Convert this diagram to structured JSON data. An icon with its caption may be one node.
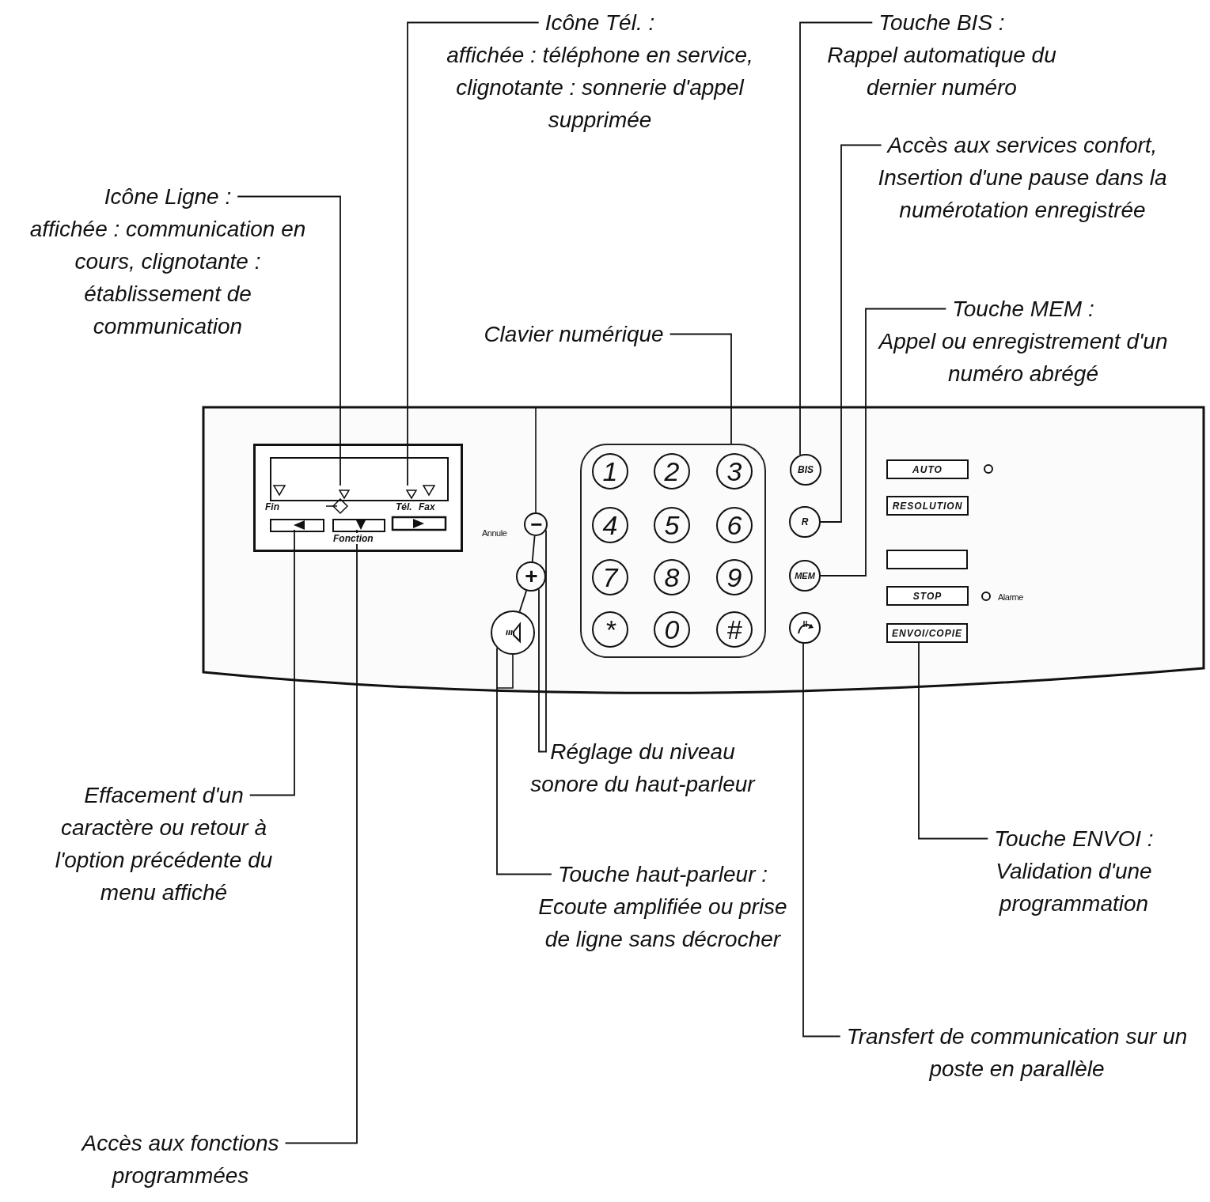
{
  "diagram": {
    "nodes": [
      {
        "text": [
          "Icône Tél. :",
          "affichée : téléphone en service, clignotante : sonnerie d'appel supprimée"
        ]
      },
      {
        "text": [
          "Touche BIS :",
          "Rappel automatique du dernier numéro"
        ]
      },
      {
        "text": [
          "Icône Ligne :",
          "affichée : communication en cours, clignotante : établissement de communication"
        ]
      },
      {
        "text": [
          "Accès aux services confort, Insertion d'une pause dans la numérotation enregistrée"
        ]
      },
      {
        "text": [
          "Touche MEM :",
          "Appel ou enregistrement d'un numéro abrégé"
        ]
      },
      {
        "text": [
          "Clavier numérique"
        ]
      },
      {
        "text": [],
        "shape": "box"
      },
      {
        "text": [],
        "shape": "box",
        "in": 6
      },
      {
        "text": [],
        "shape": "box",
        "in": 7
      },
      {
        "text": [],
        "shape": "triangle",
        "in": 8
      },
      {
        "text": [],
        "shape": "triangle",
        "in": 8
      },
      {
        "text": [],
        "shape": "box",
        "in": 7
      },
      {
        "text": [],
        "shape": "box",
        "in": 7
      },
      {
        "text": [
          "−"
        ],
        "in": 6
      },
      {
        "text": [
          "+"
        ],
        "in": 6
      },
      {
        "text": [],
        "shape": "circle",
        "in": 6
      },
      {
        "text": [],
        "shape": "box",
        "in": 6
      },
      {
        "text": [
          "1"
        ],
        "in": 16
      },
      {
        "text": [
          "2"
        ],
        "in": 16
      },
      {
        "text": [
          "3"
        ],
        "in": 16
      },
      {
        "text": [
          "4"
        ],
        "in": 16
      },
      {
        "text": [
          "5"
        ],
        "in": 16
      },
      {
        "text": [
          "6"
        ],
        "in": 16
      },
      {
        "text": [
          "7"
        ],
        "in": 16
      },
      {
        "text": [
          "8"
        ],
        "in": 16
      },
      {
        "text": [
          "9"
        ],
        "in": 16
      },
      {
        "text": [
          "*"
        ],
        "in": 16
      },
      {
        "text": [
          "0"
        ],
        "in": 16
      },
      {
        "text": [
          "#"
        ],
        "in": 16
      },
      {
        "text": [
          "BIS"
        ],
        "in": 6
      },
      {
        "text": [
          "R"
        ],
        "in": 6
      },
      {
        "text": [
          "MEM"
        ],
        "in": 6
      },
      {
        "text": [],
        "shape": "circle",
        "in": 6
      },
      {
        "text": [
          "AUTO"
        ],
        "in": 6
      },
      {
        "text": [
          "RESOLUTION"
        ],
        "in": 6
      },
      {
        "text": [],
        "shape": "box",
        "in": 6
      },
      {
        "text": [
          "STOP"
        ],
        "in": 6
      },
      {
        "text": [
          "ENVOI/COPIE"
        ],
        "in": 6
      },
      {
        "text": [
          "Réglage du niveau sonore du haut-parleur"
        ]
      },
      {
        "text": [
          "Effacement d'un caractère ou retour à l'option précédente du menu affiché"
        ]
      },
      {
        "text": [
          "Touche haut-parleur :",
          "Ecoute amplifiée ou prise de ligne sans décrocher"
        ]
      },
      {
        "text": [
          "Touche ENVOI :",
          "Validation d'une programmation"
        ]
      },
      {
        "text": [
          "Transfert de communication sur un poste en parallèle"
        ]
      },
      {
        "text": [
          "Accès aux fonctions programmées"
        ]
      }
    ],
    "edges": [
      {
        "from": 0,
        "to": 10,
        "arrow": "none"
      },
      {
        "from": 1,
        "to": 29,
        "arrow": "none"
      },
      {
        "from": 2,
        "to": 9,
        "arrow": "none"
      },
      {
        "from": 3,
        "to": 30,
        "arrow": "none"
      },
      {
        "from": 4,
        "to": 31,
        "arrow": "none"
      },
      {
        "from": 5,
        "to": 16,
        "arrow": "none"
      },
      {
        "from": 38,
        "to": 13,
        "arrow": "none"
      },
      {
        "from": 38,
        "to": 14,
        "arrow": "none"
      },
      {
        "from": 39,
        "to": 11,
        "arrow": "none"
      },
      {
        "from": 40,
        "to": 15,
        "arrow": "none"
      },
      {
        "from": 41,
        "to": 37,
        "arrow": "none"
      },
      {
        "from": 42,
        "to": 32,
        "arrow": "none"
      },
      {
        "from": 43,
        "to": 12,
        "arrow": "none"
      },
      {
        "from": 13,
        "to": 14,
        "arrow": "none"
      },
      {
        "from": 14,
        "to": 15,
        "arrow": "none"
      }
    ],
    "labels": [
      "Fin",
      "Tél.",
      "Fax",
      "Fonction",
      "Annule",
      "Alarme"
    ]
  }
}
